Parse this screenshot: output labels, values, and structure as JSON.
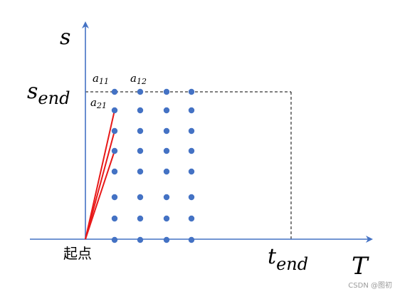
{
  "labels": {
    "s_axis": "s",
    "t_axis": "T",
    "s_end_base": "s",
    "s_end_sub": "end",
    "t_end_base": "t",
    "t_end_sub": "end",
    "a11_base": "a",
    "a11_sub": "11",
    "a12_base": "a",
    "a12_sub": "12",
    "a21_base": "a",
    "a21_sub": "21",
    "origin": "起点",
    "watermark": "CSDN @图初"
  },
  "grid": {
    "columns": 4,
    "rows": 8
  },
  "colors": {
    "axis": "#4472c4",
    "point": "#4472c4",
    "path": "#e81919",
    "boundary": "#000000"
  }
}
